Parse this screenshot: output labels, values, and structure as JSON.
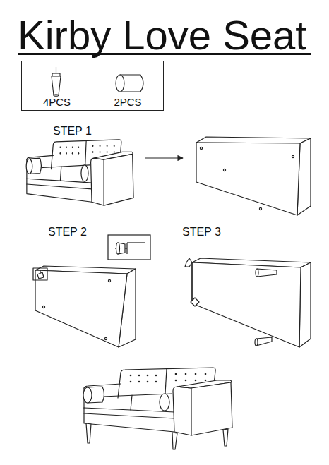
{
  "diagram": {
    "title": "Kirby Love Seat",
    "nodes": [
      {
        "text": [
          "4PCS"
        ]
      },
      {
        "text": [
          "2PCS"
        ]
      }
    ],
    "labels": [
      "STEP 1",
      "STEP 2",
      "STEP 3"
    ]
  }
}
